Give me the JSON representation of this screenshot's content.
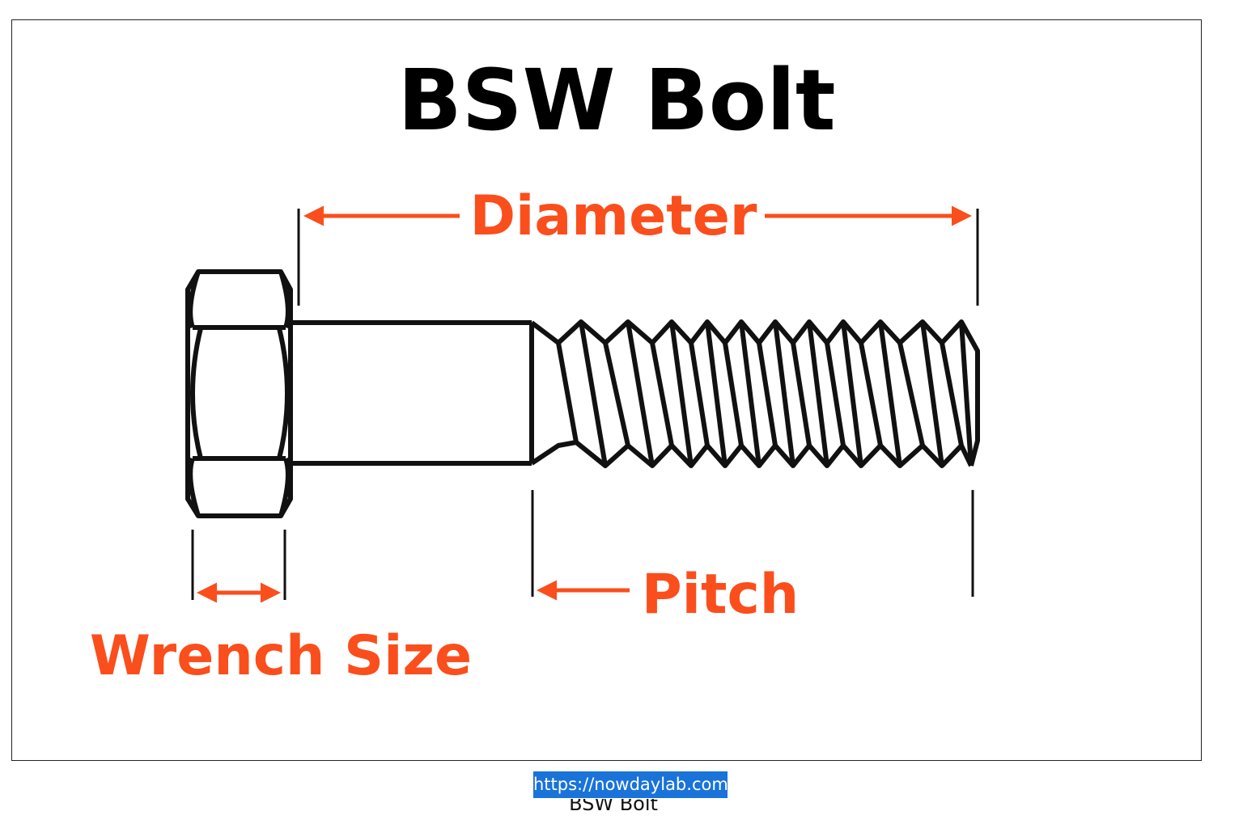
{
  "title": "BSW Bolt",
  "labels": {
    "diameter": "Diameter",
    "pitch": "Pitch",
    "wrench_size": "Wrench Size"
  },
  "caption": {
    "link": "https://nowdaylab.com",
    "text": "BSW Bolt"
  },
  "colors": {
    "accent": "#fa4e1c",
    "outline": "#111111",
    "link_bg": "#1a73d9"
  }
}
